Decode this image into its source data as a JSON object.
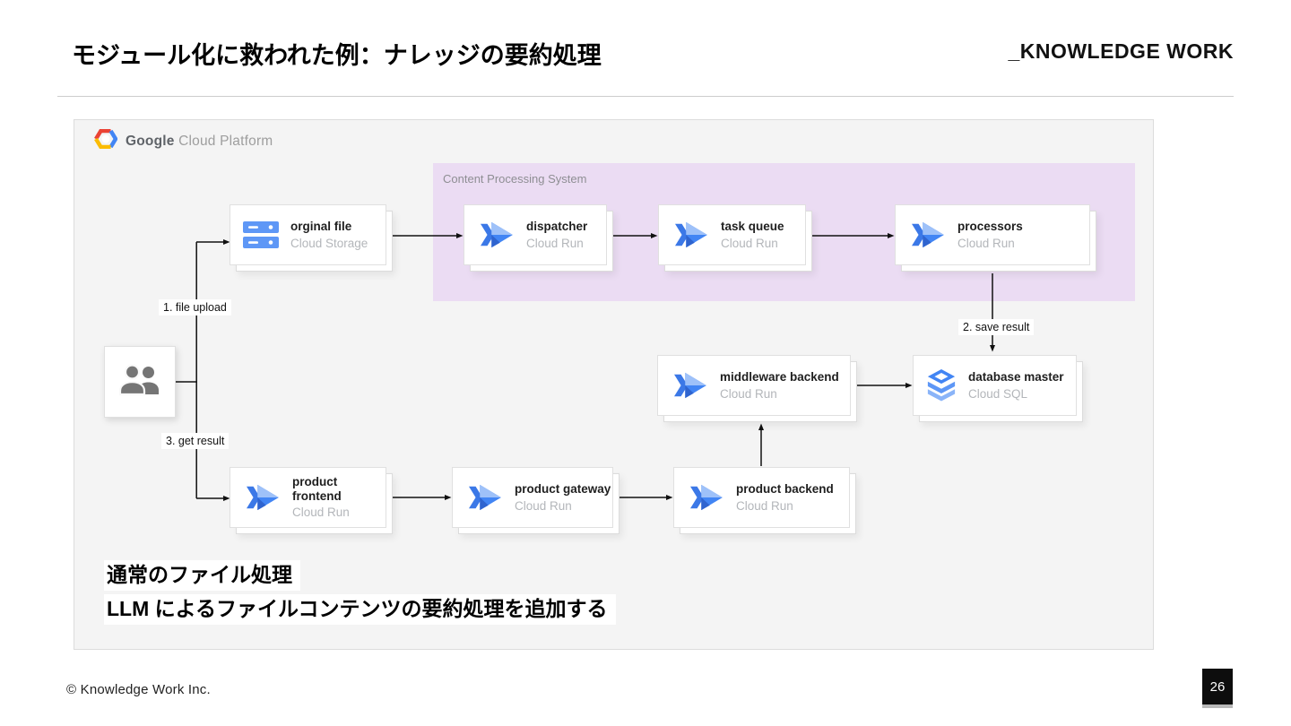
{
  "slide": {
    "title": "モジュール化に救われた例：ナレッジの要約処理",
    "brand_logo": "_KNOWLEDGE WORK"
  },
  "diagram": {
    "platform_header": {
      "bold": "Google",
      "rest": "Cloud Platform",
      "icon": "gcp-hexagon-logo"
    },
    "group": {
      "label": "Content Processing System",
      "bg_color": "#ebdcf3"
    },
    "nodes": [
      {
        "name": "orginal file",
        "service": "Cloud Storage",
        "icon": "cloud-storage-icon"
      },
      {
        "name": "dispatcher",
        "service": "Cloud Run",
        "icon": "cloud-run-icon"
      },
      {
        "name": "task queue",
        "service": "Cloud Run",
        "icon": "cloud-run-icon"
      },
      {
        "name": "processors",
        "service": "Cloud Run",
        "icon": "cloud-run-icon"
      },
      {
        "name": "middleware backend",
        "service": "Cloud Run",
        "icon": "cloud-run-icon"
      },
      {
        "name": "database master",
        "service": "Cloud SQL",
        "icon": "cloud-sql-icon"
      },
      {
        "name": "product frontend",
        "service": "Cloud Run",
        "icon": "cloud-run-icon"
      },
      {
        "name": "product gateway",
        "service": "Cloud Run",
        "icon": "cloud-run-icon"
      },
      {
        "name": "product backend",
        "service": "Cloud Run",
        "icon": "cloud-run-icon"
      }
    ],
    "actor_icon": "users-icon",
    "edge_labels": {
      "upload": "1. file upload",
      "save": "2. save result",
      "get": "3. get result"
    },
    "captions": [
      "通常のファイル処理",
      "LLM によるファイルコンテンツの要約処理を追加する"
    ],
    "colors": {
      "panel_bg": "#f4f4f4",
      "run_blue": "#4285f4",
      "run_light_blue": "#9ec1f9",
      "run_dark_blue": "#2f64cf",
      "storage_blue": "#5e97f6",
      "actor_gray": "#757575"
    }
  },
  "footer": {
    "copyright": "© Knowledge Work Inc.",
    "page": "26"
  }
}
